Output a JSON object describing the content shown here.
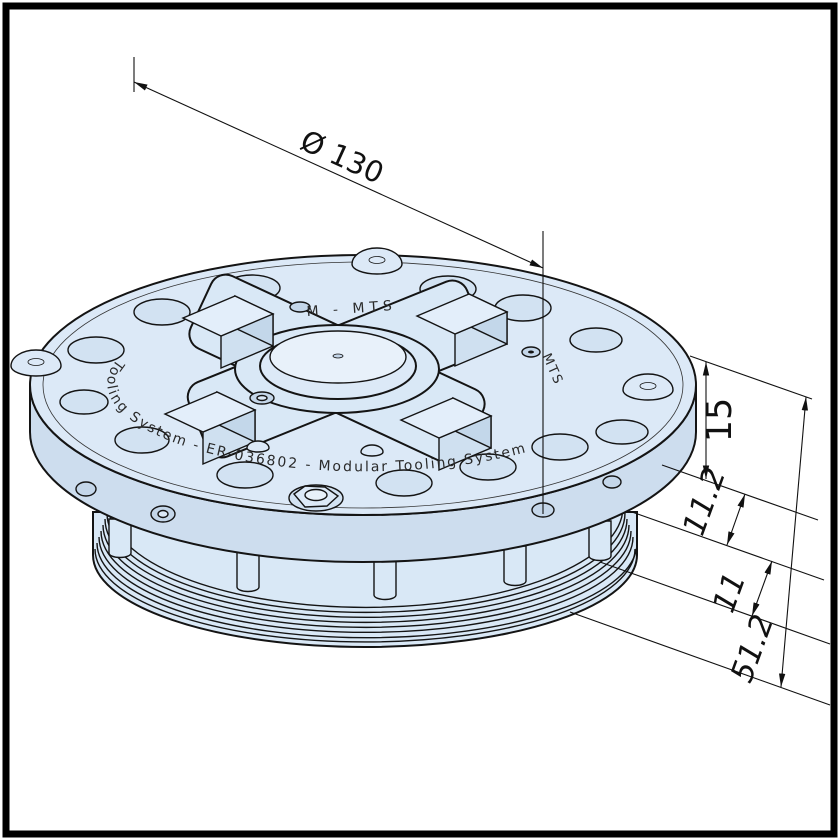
{
  "drawing": {
    "engravings": {
      "main_arc": "Tooling System - ER-036802 - Modular Tooling System",
      "top": "M - MTS",
      "side": "MTS"
    },
    "dimensions": {
      "diameter": "Ø 130",
      "flange_thickness": "15",
      "step_height": "11.2",
      "thread_length": "11",
      "total_height": "51.2"
    },
    "colors": {
      "body_fill": "#d9e8f6",
      "side_fill": "#cdddee",
      "outline": "#141414",
      "dimension_lines": "#111111",
      "engraving": "#2a2a2a"
    }
  }
}
